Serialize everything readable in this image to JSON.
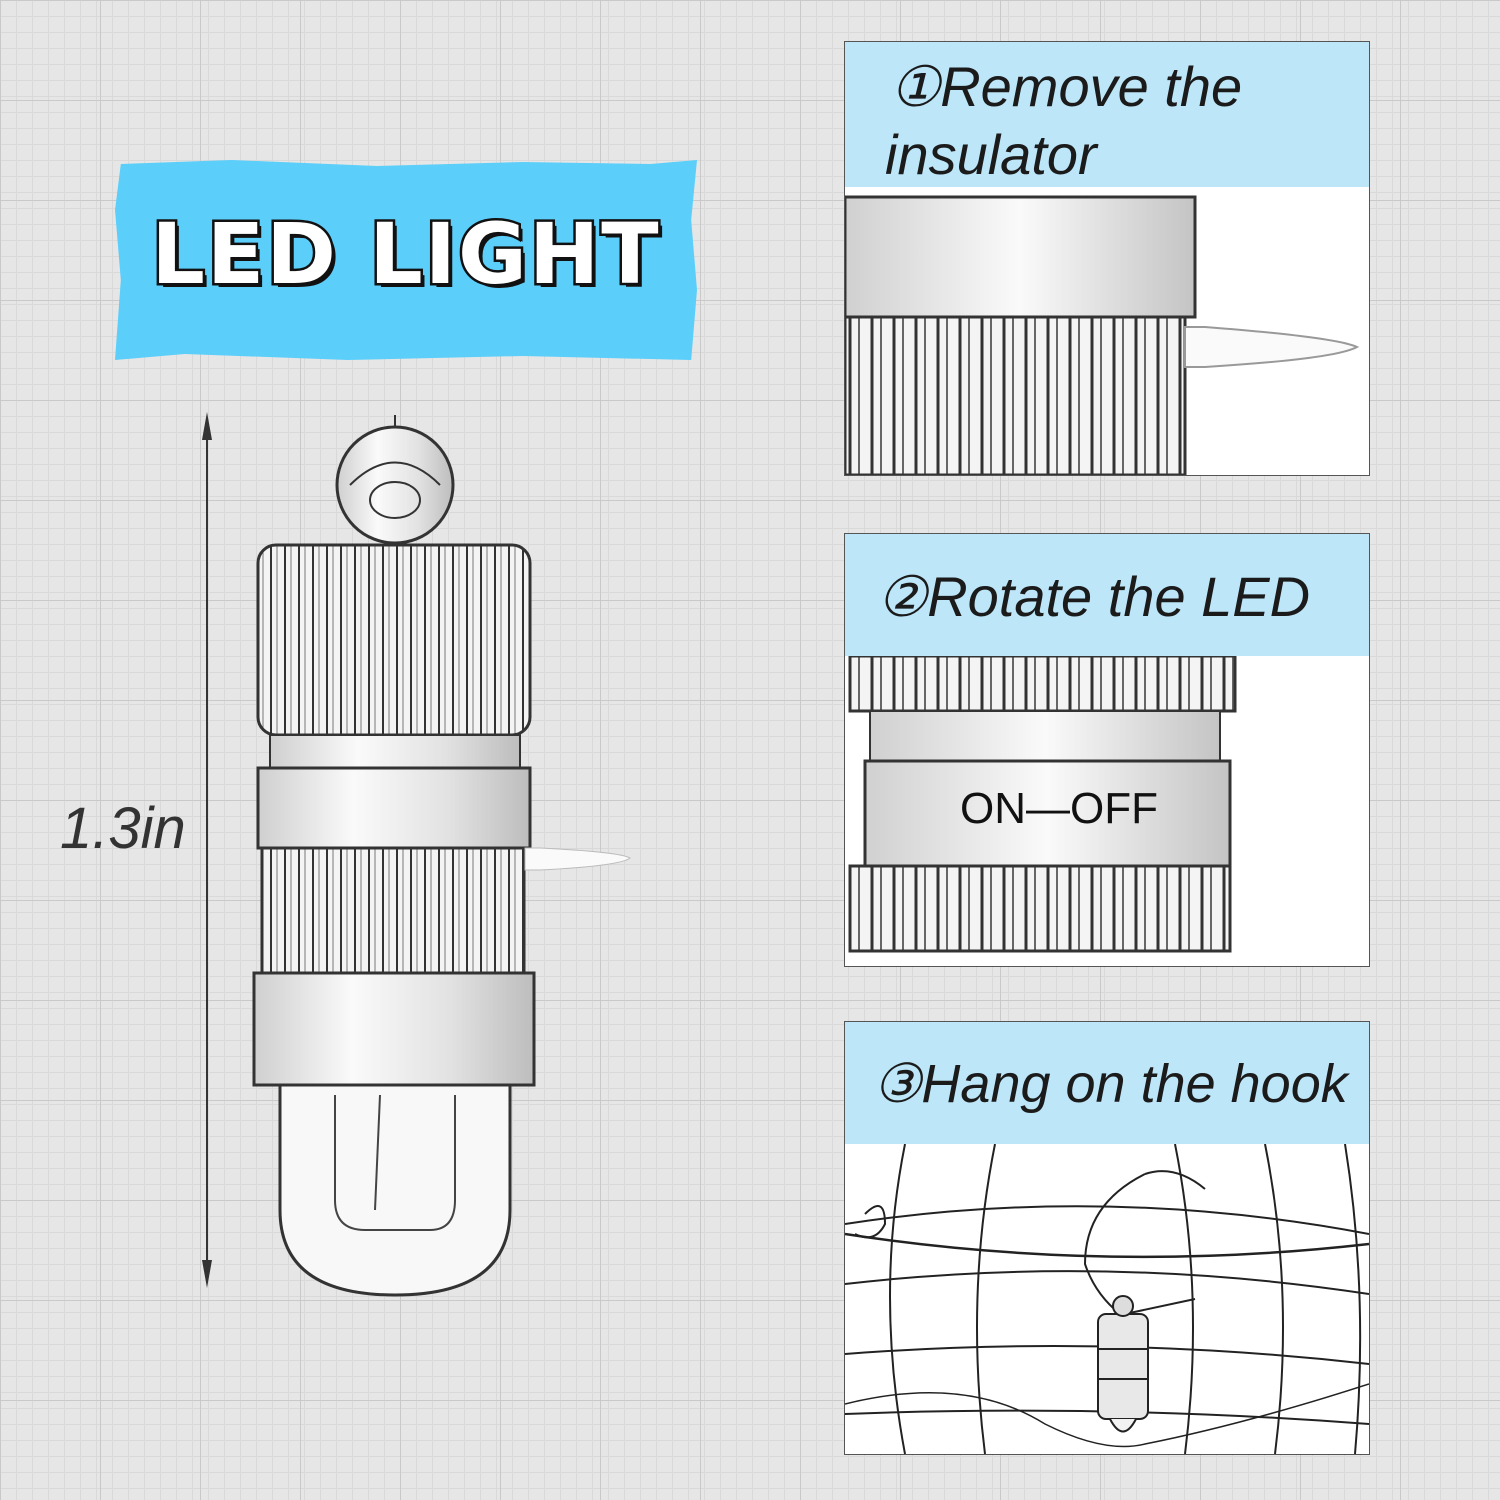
{
  "title": {
    "text": "LED LIGHT",
    "background": "#5ccefa"
  },
  "dimension": {
    "label": "1.3in"
  },
  "steps": [
    {
      "label_line1": "①Remove the",
      "label_line2": "insulator",
      "icon": "insulator-tab-icon"
    },
    {
      "label": "②Rotate the LED",
      "switch_text": "ON—OFF",
      "icon": "rotate-switch-icon"
    },
    {
      "label": "③Hang on the hook",
      "icon": "lantern-hook-icon"
    }
  ],
  "colors": {
    "header_bg": "#bde6f9",
    "page_bg": "#e6e6e6",
    "grid": "#c9c9c9"
  }
}
